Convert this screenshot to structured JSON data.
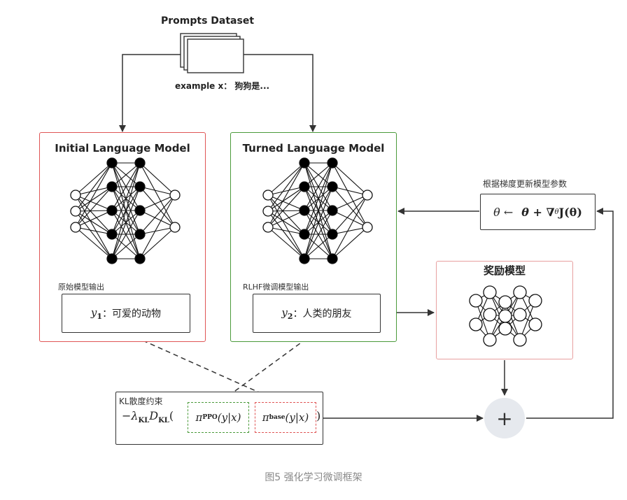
{
  "dataset": {
    "title": "Prompts  Dataset",
    "example": "example x： 狗狗是..."
  },
  "initial_model": {
    "title": "Initial Language Model",
    "output_caption": "原始模型输出",
    "output_var": "y",
    "output_sub": "1",
    "output_text": "：可爱的动物"
  },
  "tuned_model": {
    "title": "Turned Language Model",
    "output_caption": "RLHF微调模型输出",
    "output_var": "y",
    "output_sub": "2",
    "output_text": "：人类的朋友"
  },
  "update": {
    "caption": "根据梯度更新模型参数",
    "formula_left": "θ ←",
    "formula_right": "θ + ∇",
    "formula_sub": "θ",
    "formula_end": "J(θ)"
  },
  "reward": {
    "title": "奖励模型"
  },
  "kl": {
    "caption": "KL散度约束",
    "prefix": "−λ",
    "prefix_sub": "KL",
    "d": "D",
    "d_sub": "KL",
    "open": "(",
    "ppo": "π",
    "ppo_sub": "PPO",
    "ppo_arg": "(y|x)",
    "base": "π",
    "base_sub": "base",
    "base_arg": "(y|x)",
    "close": ")"
  },
  "sum": {
    "symbol": "+"
  },
  "figure_caption": "图5 强化学习微调框架",
  "colors": {
    "red_border": "#e05555",
    "green_border": "#4a9a3a",
    "pink_border": "#e8a0a0",
    "dark": "#333333",
    "circle_fill": "#e6e9ee"
  }
}
